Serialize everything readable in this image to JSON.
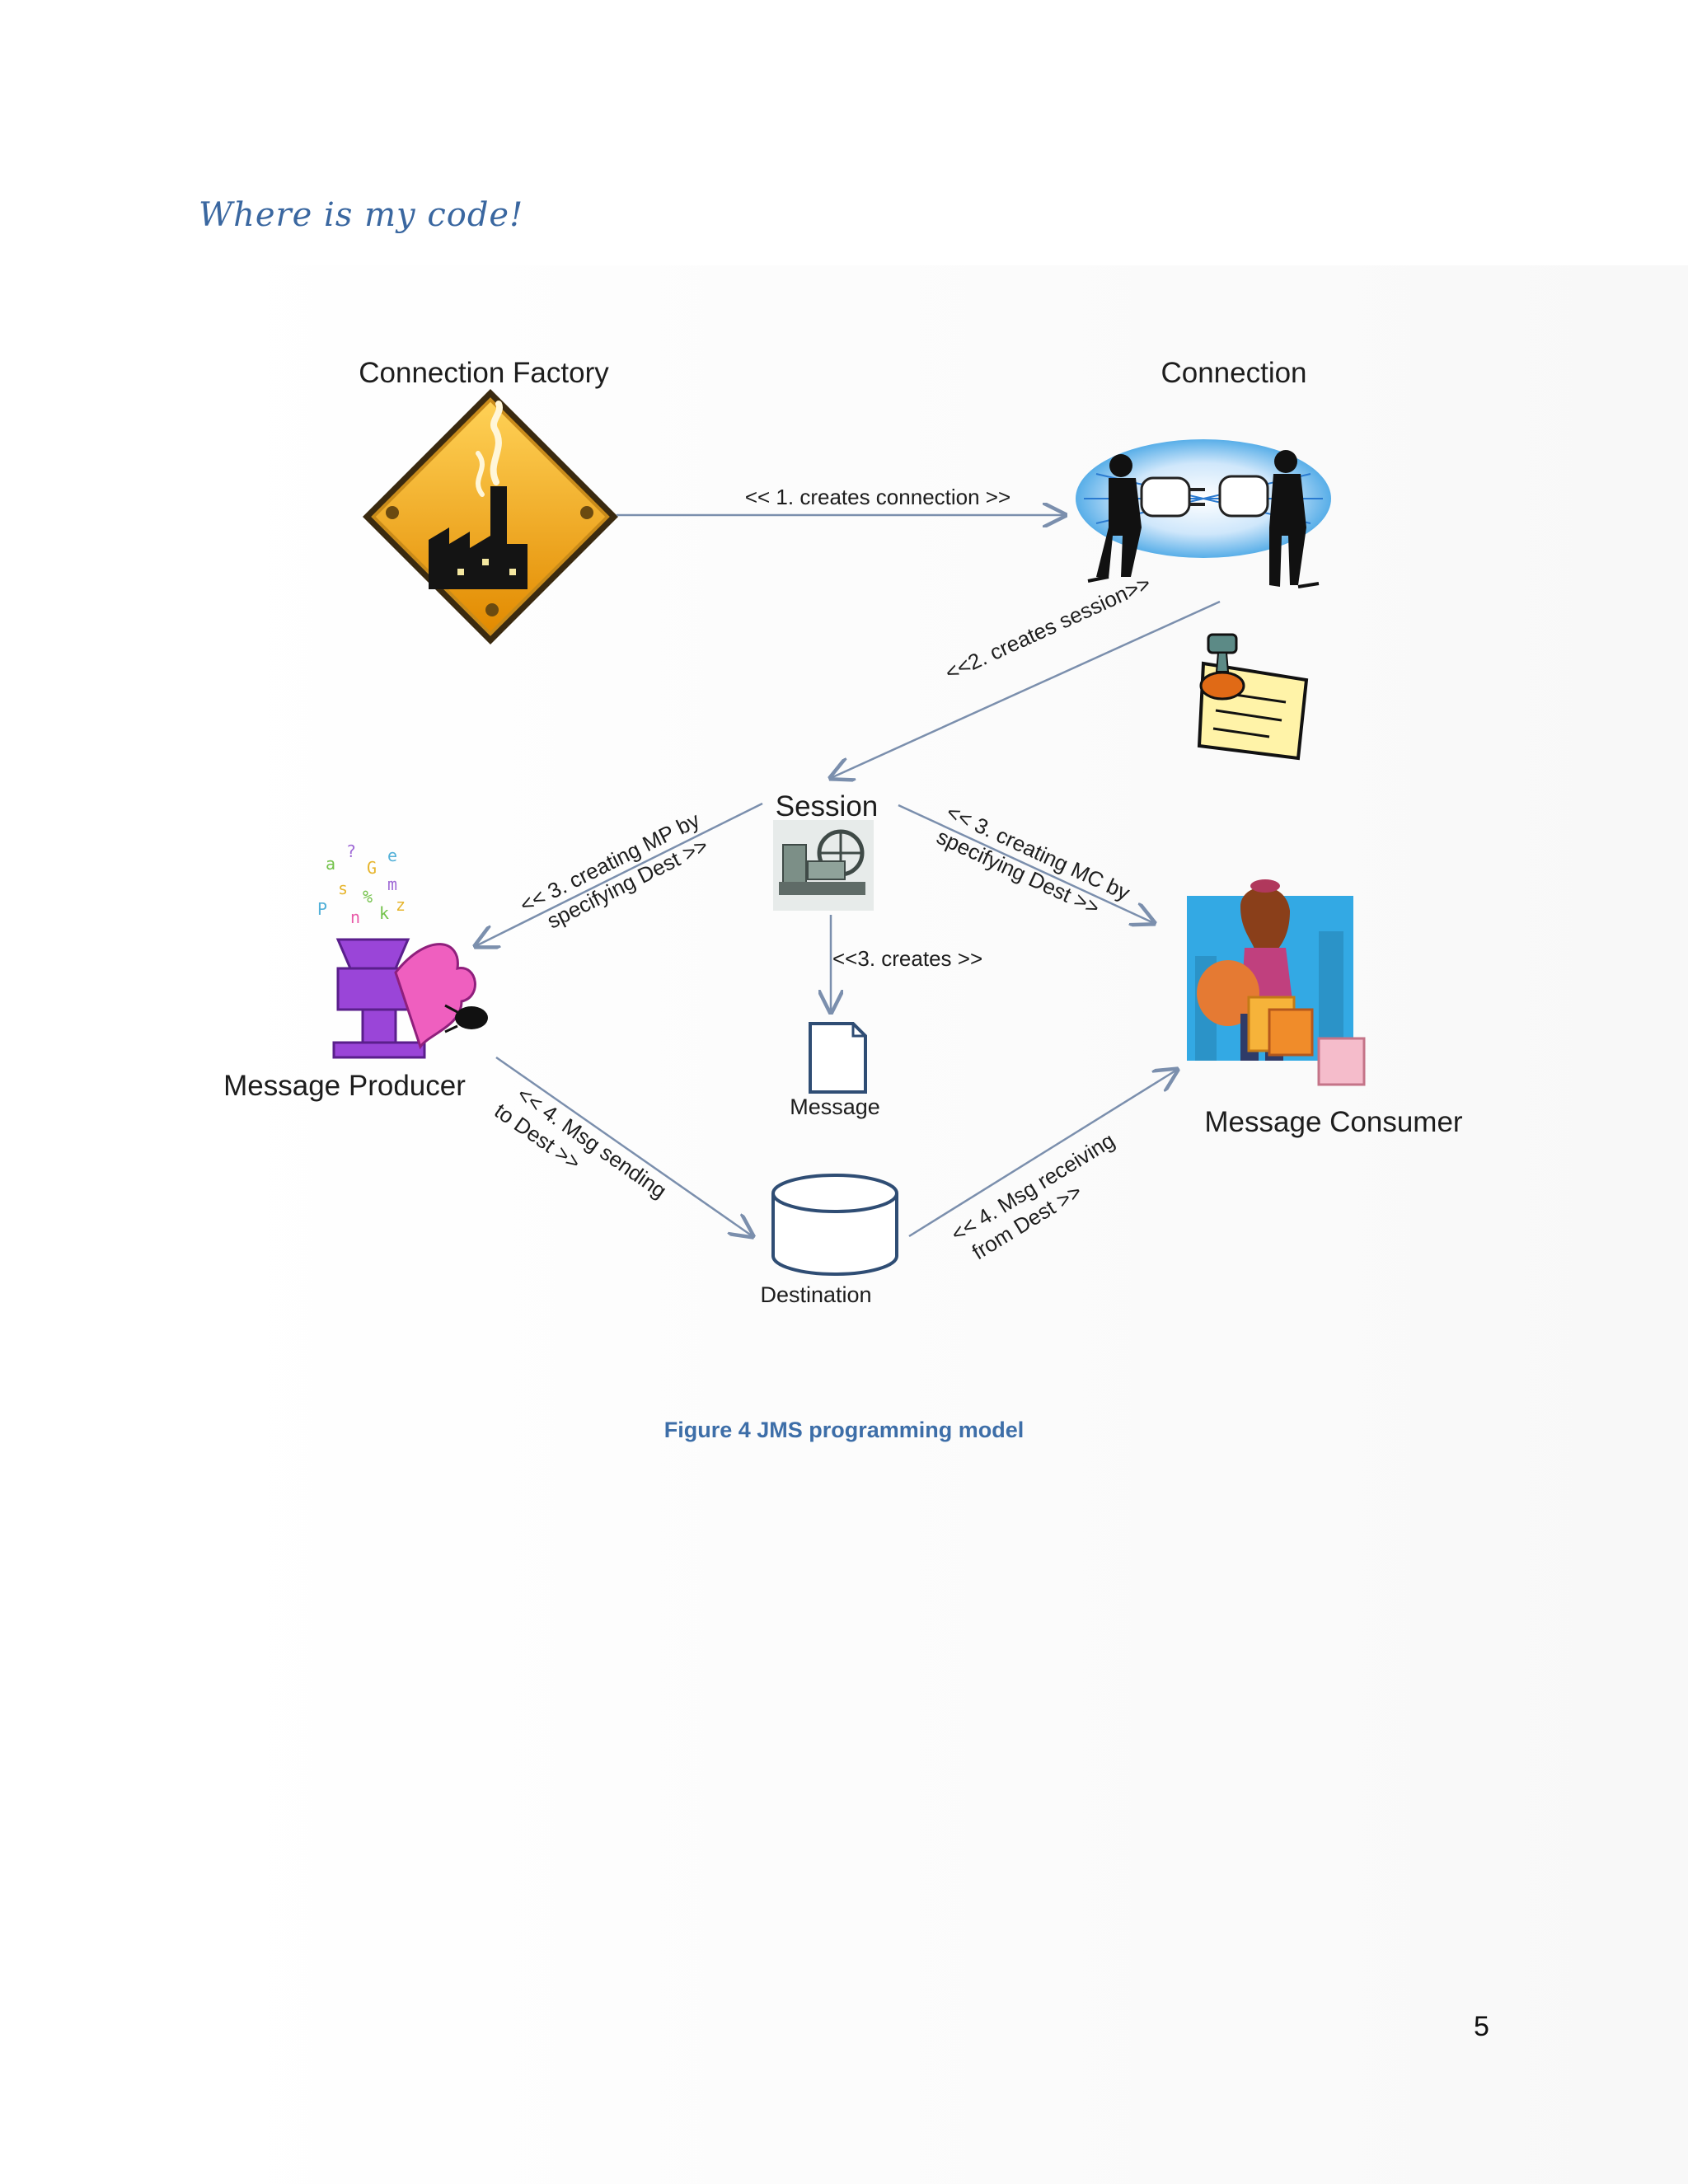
{
  "heading": "Where is my code!",
  "diagram": {
    "nodes": {
      "connection_factory": "Connection Factory",
      "connection": "Connection",
      "session": "Session",
      "message_producer": "Message Producer",
      "message_consumer": "Message Consumer",
      "message": "Message",
      "destination": "Destination"
    },
    "edges": {
      "creates_connection": "<< 1. creates connection >>",
      "creates_session": "<<2. creates session>>",
      "creating_mp_line1": "<< 3. creating MP by",
      "creating_mp_line2": "specifying Dest >>",
      "creating_mc_line1": "<< 3. creating MC by",
      "creating_mc_line2": "specifying Dest >>",
      "creates_message": "<<3. creates >>",
      "msg_sending_line1": "<< 4. Msg sending",
      "msg_sending_line2": "to Dest >>",
      "msg_receiving_line1": "<< 4. Msg receiving",
      "msg_receiving_line2": "from Dest >>"
    }
  },
  "caption": "Figure 4 JMS programming model",
  "page_number": "5",
  "colors": {
    "heading": "#3a67a0",
    "caption": "#3d6ea8",
    "arrow": "#7b8fad"
  }
}
